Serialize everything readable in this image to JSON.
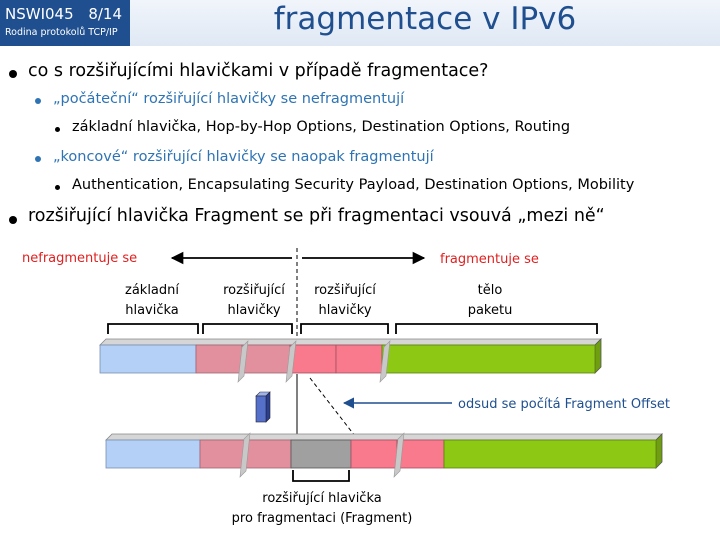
{
  "header": {
    "course_code": "NSWI045",
    "page": "8/14",
    "subtitle": "Rodina protokolů TCP/IP",
    "title": "fragmentace v IPv6"
  },
  "bullets": {
    "b1": "co s rozšiřujícími hlavičkami v případě fragmentace?",
    "b1a": "„počáteční“ rozšiřující hlavičky se nefragmentují",
    "b1a_i": "základní hlavička, Hop-by-Hop Options, Destination Options, Routing",
    "b1b": "„koncové“ rozšiřující hlavičky se naopak fragmentují",
    "b1b_i": "Authentication, Encapsulating Security Payload, Destination Options, Mobility",
    "b2": "rozšiřující hlavička Fragment se při fragmentaci vsouvá „mezi ně“"
  },
  "diagram": {
    "left_label": "nefragmentuje se",
    "right_label": "fragmentuje se",
    "seg_base_1": "základní",
    "seg_base_2": "hlavička",
    "seg_ext1_1": "rozšiřující",
    "seg_ext1_2": "hlavičky",
    "seg_ext2_1": "rozšiřující",
    "seg_ext2_2": "hlavičky",
    "seg_body_1": "tělo",
    "seg_body_2": "paketu",
    "offset_note": "odsud se počítá Fragment Offset",
    "frag_label_1": "rozšiřující hlavička",
    "frag_label_2": "pro fragmentaci (Fragment)"
  },
  "colors": {
    "header_blue": "#1f4f8f",
    "subbullet_blue": "#2e74b5",
    "red_label": "#e02020",
    "base_header": "#b4d0f7",
    "unfrag_ext": "#e3909e",
    "frag_ext": "#f87a8c",
    "body": "#8cc814",
    "fragment_hdr": "#a0a0a0"
  }
}
